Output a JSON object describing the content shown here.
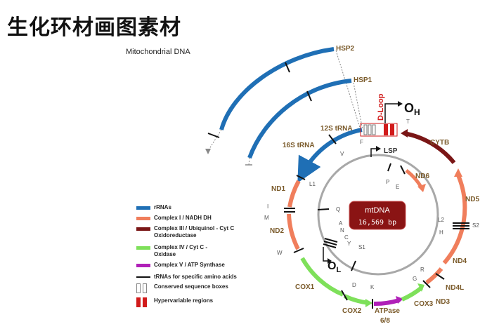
{
  "title": "生化环材画图素材",
  "subtitle": "Mitochondrial DNA",
  "center": {
    "name": "mtDNA",
    "size": "16,569 bp"
  },
  "transcripts": {
    "hsp2": "HSP2",
    "hsp1": "HSP1",
    "lsp": "LSP"
  },
  "control_region": {
    "label": "D-Loop",
    "oh": "O",
    "oh_sub": "H",
    "ol": "O",
    "ol_sub": "L"
  },
  "genes": {
    "rrna12s": "12S tRNA",
    "rrna16s": "16S tRNA",
    "nd1": "ND1",
    "nd2": "ND2",
    "cox1": "COX1",
    "cox2": "COX2",
    "atpase": "ATPase",
    "atpase_sub": "6/8",
    "cox3": "COX3",
    "nd3": "ND3",
    "nd4l": "ND4L",
    "nd4": "ND4",
    "nd5": "ND5",
    "nd6": "ND6",
    "cytb": "CYTB"
  },
  "trna_sites": {
    "F": "F",
    "V": "V",
    "L1": "L1",
    "I": "I",
    "M": "M",
    "Q": "Q",
    "W": "W",
    "A": "A",
    "N": "N",
    "C": "C",
    "Y": "Y",
    "S1": "S1",
    "D": "D",
    "K": "K",
    "G": "G",
    "R": "R",
    "H": "H",
    "S2": "S2",
    "L2": "L2",
    "P": "P",
    "E": "E",
    "T": "T"
  },
  "legend": [
    {
      "label": "rRNAs",
      "color": "#1f6fb5",
      "kind": "bar"
    },
    {
      "label": "Complex I / NADH DH",
      "color": "#f07e5c",
      "kind": "bar"
    },
    {
      "label": "Complex III / Ubiquinol - Cyt C Oxidoreductase",
      "color": "#7a1616",
      "kind": "bar"
    },
    {
      "label": "Complex IV / Cyt C - Oxidase",
      "color": "#7ee05a",
      "kind": "bar"
    },
    {
      "label": "Complex V / ATP Synthase",
      "color": "#b020b8",
      "kind": "bar"
    },
    {
      "label": "tRNAs for specific amino acids",
      "color": "#111111",
      "kind": "line"
    },
    {
      "label": "Conserved sequence boxes",
      "color": "#999999",
      "kind": "boxes"
    },
    {
      "label": "Hypervariable regions",
      "color": "#d11a1a",
      "kind": "redboxes"
    }
  ]
}
